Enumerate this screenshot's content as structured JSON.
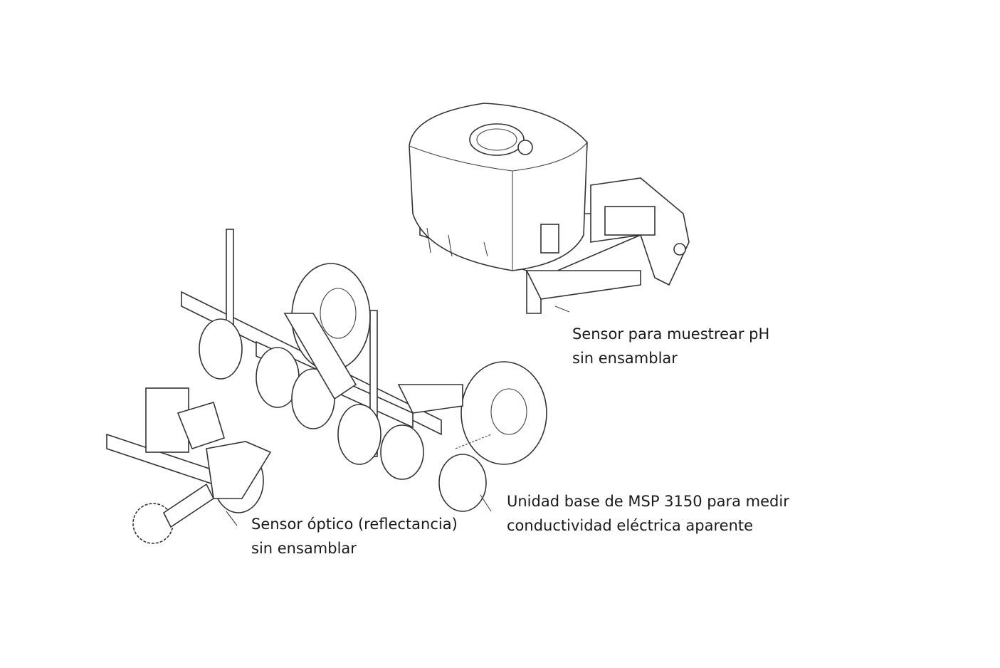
{
  "labels": {
    "ph_sensor": {
      "line1": "Sensor para muestrear pH",
      "line2": "sin ensamblar"
    },
    "optical_sensor": {
      "line1": "Sensor óptico (reflectancia)",
      "line2": "sin ensamblar"
    },
    "msp_base": {
      "line1": "Unidad base de MSP 3150 para medir",
      "line2": "conductividad eléctrica aparente"
    }
  }
}
